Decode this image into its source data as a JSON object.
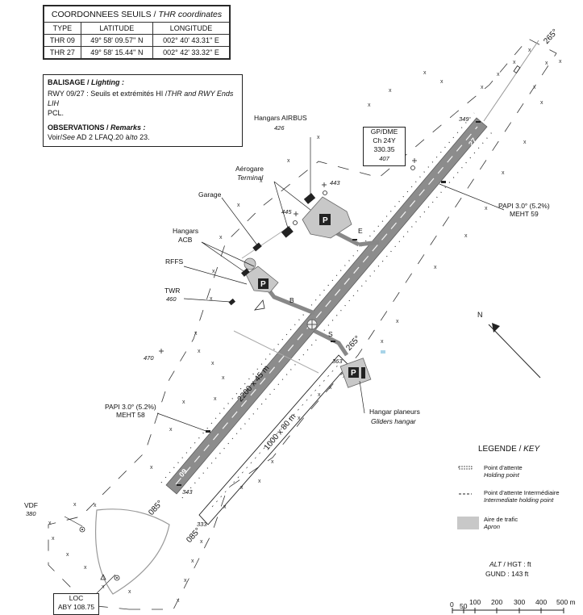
{
  "coord_table": {
    "title": "COORDONNEES SEUILS / ",
    "title_en": "THR coordinates",
    "headers": [
      "TYPE",
      "LATITUDE",
      "LONGITUDE"
    ],
    "rows": [
      [
        "THR 09",
        "49° 58' 09.57'' N",
        "002° 40' 43.31'' E"
      ],
      [
        "THR 27",
        "49° 58' 15.44'' N",
        "002° 42' 33.32'' E"
      ]
    ]
  },
  "lighting": {
    "heading_fr": "BALISAGE / ",
    "heading_en": "Lighting :",
    "text_fr": "RWY 09/27 : Seuils et extrémités HI /",
    "text_en": "THR and RWY Ends LIH",
    "text_pcl": "PCL.",
    "obs_fr": "OBSERVATIONS / ",
    "obs_en": "Remarks :",
    "obs_text_a": "Voir/",
    "obs_text_b": "See",
    "obs_text_c": " AD 2 LFAQ.20 à/",
    "obs_text_d": "to",
    "obs_text_e": " 23."
  },
  "labels": {
    "hangars_airbus": "Hangars AIRBUS",
    "h426": "426",
    "aerogare": "Aérogare",
    "terminal": "Terminal",
    "garage": "Garage",
    "hangars_acb": "Hangars",
    "acb": "ACB",
    "rffs": "RFFS",
    "twr": "TWR",
    "h460": "460",
    "h470": "470",
    "h443": "443",
    "h445": "445",
    "h407": "407",
    "h349": "349",
    "h343": "343",
    "h363": "363",
    "h333": "333",
    "h380": "380",
    "twy_e": "E",
    "twy_b": "B",
    "twy_s": "S",
    "parking": "P",
    "runway_dims": "2200 x 45 m",
    "grass_dims": "1000 x 80 m",
    "heading_265_a": "265°",
    "heading_265_b": "265°",
    "heading_085_a": "085°",
    "heading_085_b": "085°",
    "rwy_27": "27",
    "rwy_09": "09",
    "north": "N",
    "hangar_planeurs": "Hangar planeurs",
    "gliders_hangar": "Gliders hangar",
    "vdf": "VDF"
  },
  "papi_east": {
    "line1": "PAPI 3.0° (5.2%)",
    "line2": "MEHT 59"
  },
  "papi_west": {
    "line1": "PAPI 3.0° (5.2%)",
    "line2": "MEHT 58"
  },
  "gpdme": {
    "line1": "GP/DME",
    "line2": "Ch 24Y",
    "line3": "330.35"
  },
  "loc": {
    "line1": "LOC",
    "line2": "ABY 108.75"
  },
  "legend": {
    "title": "LEGENDE / ",
    "title_en": "KEY",
    "items": [
      {
        "fr": "Point d'attente",
        "en": "Holding point"
      },
      {
        "fr": "Point d'attente Intermédiaire",
        "en": "Intermediate holding point"
      },
      {
        "fr": "Aire de trafic",
        "en": "Apron"
      }
    ]
  },
  "units": {
    "line1_a": "ALT",
    "line1_b": " / HGT : ft",
    "line2": "GUND : 143 ft"
  },
  "scale": {
    "ticks": [
      "0",
      "50",
      "100",
      "200",
      "300",
      "400",
      "500 m"
    ]
  },
  "colors": {
    "runway": "#8c8c8c",
    "apron": "#c8c8c8",
    "ink": "#1a1a1a"
  }
}
